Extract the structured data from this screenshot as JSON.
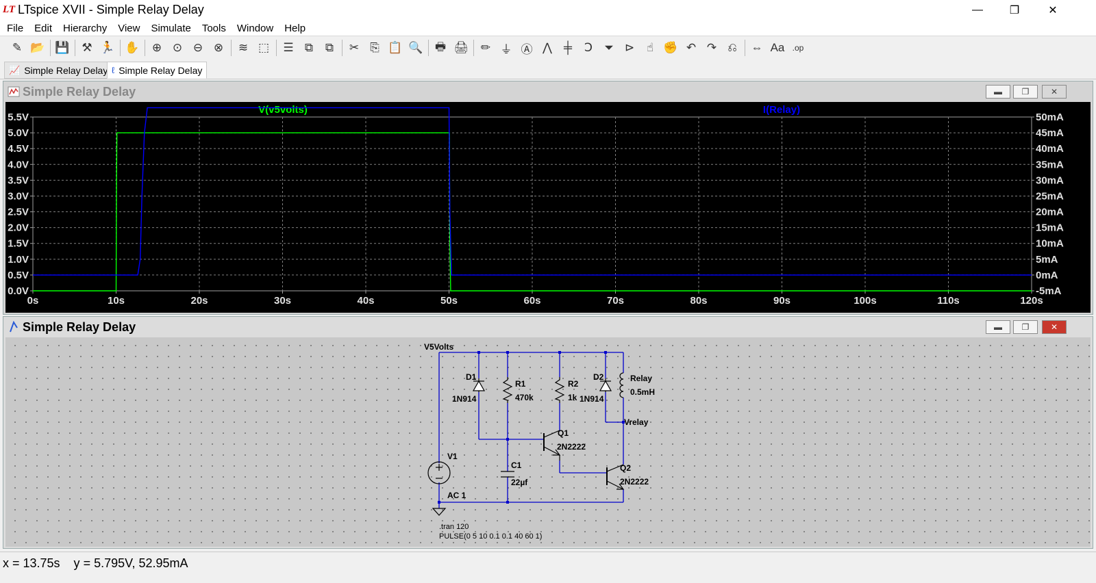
{
  "window": {
    "title": "LTspice XVII - Simple Relay Delay",
    "logo_text": "LT",
    "controls": {
      "minimize": "—",
      "maximize": "❐",
      "close": "✕"
    }
  },
  "menu": [
    "File",
    "Edit",
    "Hierarchy",
    "View",
    "Simulate",
    "Tools",
    "Window",
    "Help"
  ],
  "toolbar": [
    "new-schematic-icon",
    "open-icon",
    "save-icon",
    "control-panel-icon",
    "run-icon",
    "halt-icon",
    "zoom-in-icon",
    "zoom-to-fit-icon",
    "zoom-out-icon",
    "zoom-cancel-icon",
    "autorange-icon",
    "grid-icon",
    "tile-horizontal-icon",
    "tile-vertical-icon",
    "cascade-icon",
    "cut-icon",
    "copy-icon",
    "paste-icon",
    "find-icon",
    "print-icon",
    "print-setup-icon",
    "draw-wire-icon",
    "ground-icon",
    "label-net-icon",
    "resistor-icon",
    "capacitor-icon",
    "inductor-icon",
    "diode-icon",
    "component-icon",
    "move-icon",
    "drag-icon",
    "undo-icon",
    "redo-icon",
    "rotate-icon",
    "mirror-icon",
    "text-icon",
    "spice-directive-icon"
  ],
  "toolbar_glyphs": [
    "✎",
    "📂",
    "💾",
    "⚒",
    "🏃",
    "✋",
    "⊕",
    "⊙",
    "⊖",
    "⊗",
    "≋",
    "⬚",
    "☰",
    "⧉",
    "⧉",
    "✂",
    "⎘",
    "📋",
    "🔍",
    "🖶",
    "🖨",
    "✏",
    "⏚",
    "Ⓐ",
    "⋀",
    "╪",
    "Ↄ",
    "⏷",
    "⊳",
    "☝",
    "✊",
    "↶",
    "↷",
    "⎌",
    "⇔",
    "Aa",
    ".op"
  ],
  "tabs": [
    {
      "label": "Simple Relay Delay",
      "icon": "waveform-icon",
      "active": false
    },
    {
      "label": "Simple Relay Delay",
      "icon": "schematic-icon",
      "active": true
    }
  ],
  "waveform_window": {
    "title": "Simple Relay Delay",
    "bg": "#000000",
    "grid_color": "#808080"
  },
  "chart_data": {
    "type": "line",
    "x_ticks": [
      "0s",
      "10s",
      "20s",
      "30s",
      "40s",
      "50s",
      "60s",
      "70s",
      "80s",
      "90s",
      "100s",
      "110s",
      "120s"
    ],
    "xlim": [
      0,
      120
    ],
    "y_left_ticks": [
      "0.0V",
      "0.5V",
      "1.0V",
      "1.5V",
      "2.0V",
      "2.5V",
      "3.0V",
      "3.5V",
      "4.0V",
      "4.5V",
      "5.0V",
      "5.5V"
    ],
    "ylim_left": [
      0,
      5.5
    ],
    "y_right_ticks": [
      "-5mA",
      "0mA",
      "5mA",
      "10mA",
      "15mA",
      "20mA",
      "25mA",
      "30mA",
      "35mA",
      "40mA",
      "45mA",
      "50mA"
    ],
    "ylim_right": [
      -5,
      50
    ],
    "grid": true,
    "series": [
      {
        "name": "V(v5volts)",
        "color": "#00ff00",
        "axis": "left",
        "x": [
          0,
          10,
          10.05,
          10.1,
          50,
          50.05,
          50.1,
          50.2,
          120
        ],
        "y": [
          0,
          0,
          3.5,
          5.0,
          5.0,
          5.0,
          1.7,
          0,
          0
        ]
      },
      {
        "name": "I(Relay)",
        "color": "#0000ff",
        "axis": "right",
        "x": [
          0,
          12.6,
          12.9,
          13.1,
          13.4,
          13.75,
          50,
          50.1,
          50.3,
          120
        ],
        "y": [
          0,
          0,
          5,
          25,
          45,
          52.95,
          52.95,
          20,
          0,
          0
        ]
      }
    ]
  },
  "schematic_window": {
    "title": "Simple Relay Delay",
    "wire_color": "#0000cc",
    "labels": {
      "net_v5": "V5Volts",
      "net_vrelay": "Vrelay",
      "d1_name": "D1",
      "d1_model": "1N914",
      "r1_name": "R1",
      "r1_value": "470k",
      "r2_name": "R2",
      "r2_value": "1k",
      "d2_name": "D2",
      "d2_model": "1N914",
      "relay_name": "Relay",
      "relay_value": "0.5mH",
      "q1_name": "Q1",
      "q1_model": "2N2222",
      "q2_name": "Q2",
      "q2_model": "2N2222",
      "c1_name": "C1",
      "c1_value": "22µf",
      "v1_name": "V1",
      "v1_ac": "AC 1",
      "directive_tran": ".tran 120",
      "directive_pulse": "PULSE(0 5 10 0.1 0.1 40 60 1)"
    }
  },
  "status": {
    "text": "x = 13.75s    y = 5.795V, 52.95mA"
  }
}
